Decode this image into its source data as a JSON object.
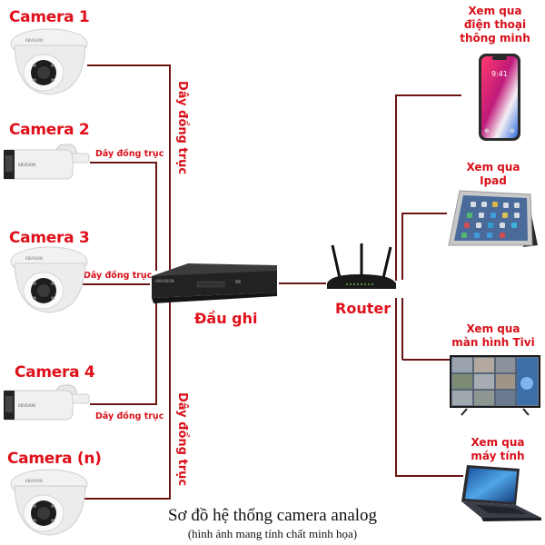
{
  "diagram": {
    "title": "Sơ đồ hệ thống camera analog",
    "subtitle": "(hình ảnh mang tính chất minh họa)",
    "colors": {
      "label_red": "#e0101a",
      "wire": "#6b1414",
      "background": "#ffffff"
    }
  },
  "cameras": [
    {
      "label": "Camera 1",
      "type": "dome-camera",
      "wire_label": null
    },
    {
      "label": "Camera 2",
      "type": "bullet-camera",
      "wire_label": "Dây đồng trục"
    },
    {
      "label": "Camera 3",
      "type": "dome-camera",
      "wire_label": "Dây đồng trục"
    },
    {
      "label": "Camera 4",
      "type": "bullet-camera",
      "wire_label": "Dây đồng trục"
    },
    {
      "label": "Camera (n)",
      "type": "dome-camera",
      "wire_label": null
    }
  ],
  "trunk_labels": {
    "top": "Dây đồng trục",
    "bottom": "Dây đồng trục"
  },
  "recorder": {
    "label": "Đầu ghi"
  },
  "router": {
    "label": "Router"
  },
  "viewers": [
    {
      "label_lines": [
        "Xem qua",
        "điện thoại",
        "thông minh"
      ],
      "type": "smartphone",
      "screen_time": "9:41"
    },
    {
      "label_lines": [
        "Xem qua",
        "Ipad"
      ],
      "type": "tablet"
    },
    {
      "label_lines": [
        "Xem qua",
        "màn hình Tivi"
      ],
      "type": "tv-monitor"
    },
    {
      "label_lines": [
        "Xem qua",
        "máy tính"
      ],
      "type": "laptop"
    }
  ]
}
